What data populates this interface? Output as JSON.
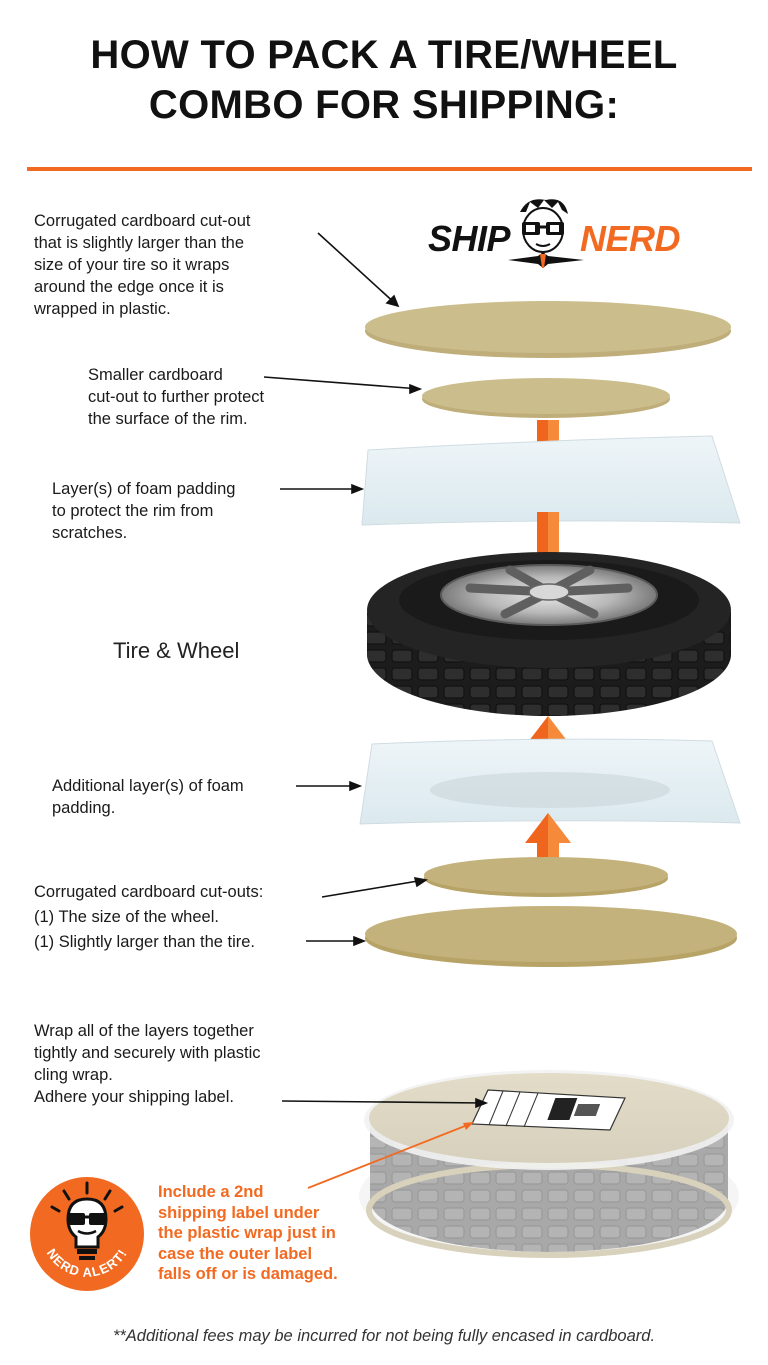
{
  "title": {
    "line1": "HOW TO PACK A TIRE/WHEEL",
    "line2": "COMBO FOR SHIPPING:"
  },
  "logo": {
    "ship": "SHIP",
    "nerd": "NERD"
  },
  "steps": {
    "outer_cardboard": [
      "Corrugated cardboard cut-out",
      "that is slightly larger than the",
      "size of your tire so it wraps",
      "around the edge once it is",
      "wrapped in plastic."
    ],
    "small_cardboard": [
      "Smaller cardboard",
      "cut-out to further protect",
      "the surface of the rim."
    ],
    "foam_top": [
      "Layer(s) of foam padding",
      "to protect the rim from",
      "scratches."
    ],
    "tire_label": "Tire & Wheel",
    "foam_bottom": [
      "Additional layer(s) of foam",
      "padding."
    ],
    "bottom_cardboard": [
      "Corrugated cardboard cut-outs:",
      "(1) The size of the wheel.",
      "(1) Slightly larger than the tire."
    ],
    "wrap": [
      "Wrap all of the layers together",
      "tightly and securely with plastic",
      "cling wrap.",
      "Adhere your shipping label."
    ]
  },
  "alert": {
    "badge_text": "NERD ALERT!",
    "lines": [
      "Include a 2nd",
      "shipping label under",
      "the plastic wrap just in",
      "case the outer label",
      "falls off or is damaged."
    ]
  },
  "footnote": "**Additional fees may be incurred for not being fully encased in cardboard.",
  "colors": {
    "accent": "#f26a21",
    "cardboard": "#cbbd8c",
    "cardboard_dark": "#c3b27b",
    "foam": "#e2eef2",
    "tire": "#1c1c1c"
  },
  "icons": [
    "nerd-mascot-icon",
    "arrow-down-icon",
    "arrow-up-icon",
    "lightbulb-icon",
    "glasses-icon"
  ]
}
